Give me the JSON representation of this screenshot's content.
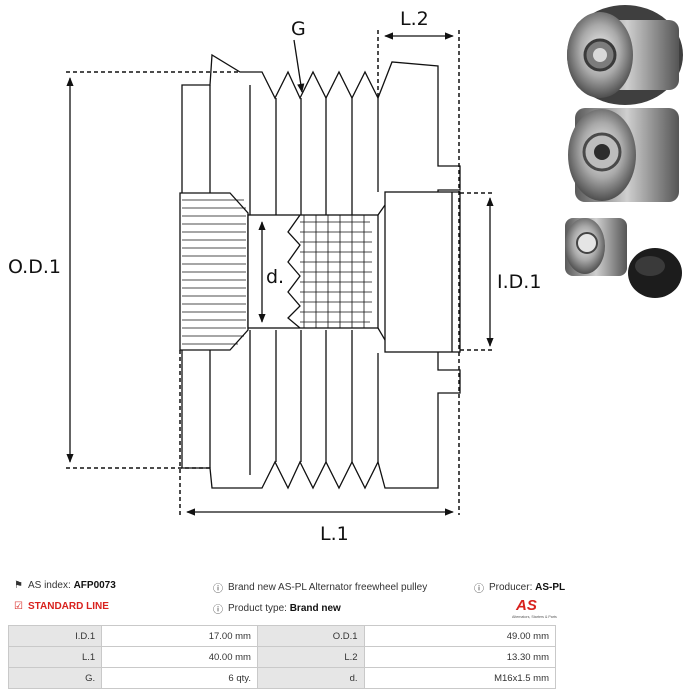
{
  "diagram": {
    "labels": {
      "groove": "G",
      "l2": "L.2",
      "od1": "O.D.1",
      "id1": "I.D.1",
      "d": "d.",
      "l1": "L.1"
    }
  },
  "info": {
    "as_index_label": "AS index:",
    "as_index_value": "AFP0073",
    "line": "STANDARD LINE",
    "description": "Brand new AS-PL Alternator freewheel pulley",
    "product_type_label": "Product type:",
    "product_type_value": "Brand new",
    "producer_label": "Producer:",
    "producer_value": "AS-PL"
  },
  "logo": {
    "mark": "AS",
    "tagline": "Alternators, Starters & Parts",
    "color": "#d8211d"
  },
  "specs": [
    {
      "k1": "I.D.1",
      "v1": "17.00 mm",
      "k2": "O.D.1",
      "v2": "49.00 mm"
    },
    {
      "k1": "L.1",
      "v1": "40.00 mm",
      "k2": "L.2",
      "v2": "13.30 mm"
    },
    {
      "k1": "G.",
      "v1": "6 qty.",
      "k2": "d.",
      "v2": "M16x1.5 mm"
    }
  ]
}
